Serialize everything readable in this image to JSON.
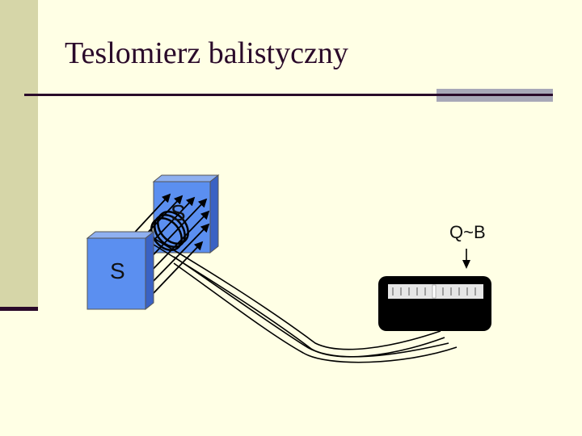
{
  "slide": {
    "title": "Teslomierz balistyczny"
  },
  "diagram": {
    "back_pole_label": "S",
    "front_pole_label": "S",
    "relation_label": "Q~B"
  },
  "colors": {
    "background": "#FFFFE5",
    "side_strip": "#D6D6A8",
    "title_text": "#2A0A2A",
    "magnet_face": "#5B8FF0",
    "magnet_side": "#3A62C4",
    "galvanometer_body": "#000000",
    "galvanometer_scale": "#E6E6E6"
  }
}
